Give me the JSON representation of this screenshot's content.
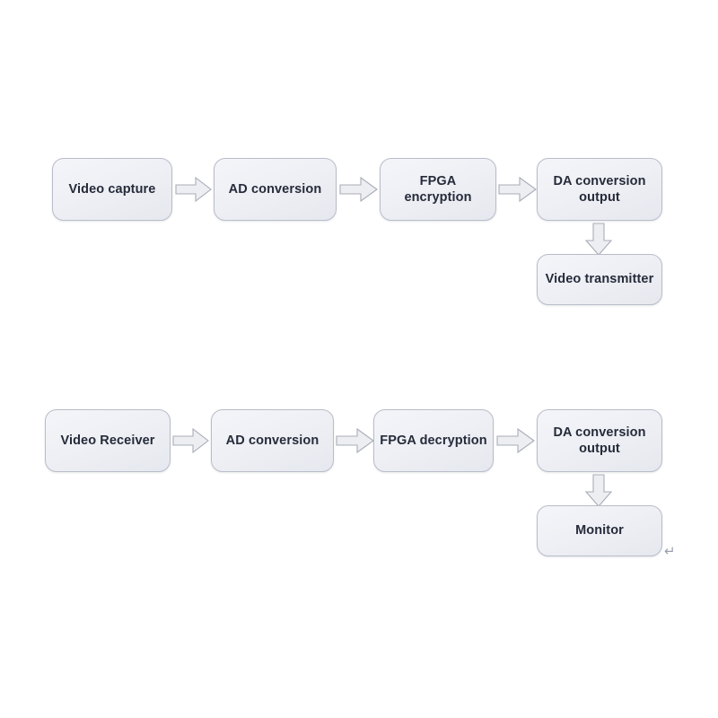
{
  "diagram": {
    "type": "flowchart",
    "title": "Video encryption and decryption signal chain block diagram",
    "background_color": "#ffffff",
    "node_fill_color": "#eef0f5",
    "node_border_color": "#b9bdc9",
    "node_text_color": "#262b3a",
    "arrow_fill_color": "#eceef1",
    "arrow_border_color": "#a9adb7",
    "rows": [
      {
        "name": "transmit-chain",
        "nodes": [
          {
            "id": "video-capture",
            "label": "Video capture"
          },
          {
            "id": "ad-conversion-tx",
            "label": "AD conversion"
          },
          {
            "id": "fpga-encryption",
            "label": "FPGA encryption"
          },
          {
            "id": "da-conversion-output-tx",
            "label": "DA conversion\noutput"
          },
          {
            "id": "video-transmitter",
            "label": "Video transmitter"
          }
        ]
      },
      {
        "name": "receive-chain",
        "nodes": [
          {
            "id": "video-receiver",
            "label": "Video Receiver"
          },
          {
            "id": "ad-conversion-rx",
            "label": "AD conversion"
          },
          {
            "id": "fpga-decryption",
            "label": "FPGA decryption"
          },
          {
            "id": "da-conversion-output-rx",
            "label": "DA conversion\noutput"
          },
          {
            "id": "monitor",
            "label": "Monitor"
          }
        ]
      }
    ],
    "connections": [
      {
        "from": "video-capture",
        "to": "ad-conversion-tx",
        "direction": "right"
      },
      {
        "from": "ad-conversion-tx",
        "to": "fpga-encryption",
        "direction": "right"
      },
      {
        "from": "fpga-encryption",
        "to": "da-conversion-output-tx",
        "direction": "right"
      },
      {
        "from": "da-conversion-output-tx",
        "to": "video-transmitter",
        "direction": "down"
      },
      {
        "from": "video-receiver",
        "to": "ad-conversion-rx",
        "direction": "right"
      },
      {
        "from": "ad-conversion-rx",
        "to": "fpga-decryption",
        "direction": "right"
      },
      {
        "from": "fpga-decryption",
        "to": "da-conversion-output-rx",
        "direction": "right"
      },
      {
        "from": "da-conversion-output-rx",
        "to": "monitor",
        "direction": "down"
      }
    ],
    "marks": {
      "paragraph_return": "↵"
    }
  }
}
